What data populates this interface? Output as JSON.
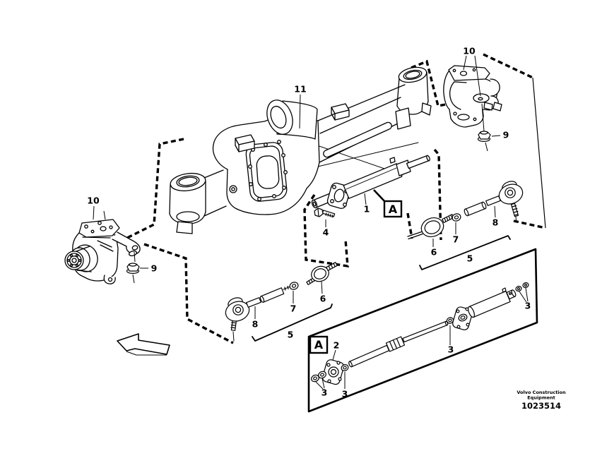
{
  "colors": {
    "ink": "#000000",
    "paper": "#ffffff"
  },
  "callouts": [
    {
      "id": "axle-housing",
      "text": "11"
    },
    {
      "id": "knuckle-left",
      "text": "10"
    },
    {
      "id": "knuckle-right",
      "text": "10"
    },
    {
      "id": "nut-left",
      "text": "9"
    },
    {
      "id": "nut-right",
      "text": "9"
    },
    {
      "id": "steering-cylinder",
      "text": "1"
    },
    {
      "id": "bolt",
      "text": "4"
    },
    {
      "id": "bushing-left",
      "text": "6"
    },
    {
      "id": "washer-left",
      "text": "7"
    },
    {
      "id": "tie-rod-end-left",
      "text": "8"
    },
    {
      "id": "tie-rod-left",
      "text": "5"
    },
    {
      "id": "bushing-right",
      "text": "6"
    },
    {
      "id": "washer-right",
      "text": "7"
    },
    {
      "id": "tie-rod-end-right",
      "text": "8"
    },
    {
      "id": "tie-rod-right",
      "text": "5"
    },
    {
      "id": "cylinder-flange",
      "text": "2"
    },
    {
      "id": "seal-left-pair",
      "text": "3"
    },
    {
      "id": "seal-inner",
      "text": "3"
    },
    {
      "id": "seal-middle",
      "text": "3"
    },
    {
      "id": "seal-top-right",
      "text": "3"
    }
  ],
  "detail_markers": {
    "main": "A",
    "inset": "A"
  },
  "footer": {
    "brand_line1": "Volvo Construction",
    "brand_line2": "Equipment",
    "figure_number": "1023514"
  }
}
